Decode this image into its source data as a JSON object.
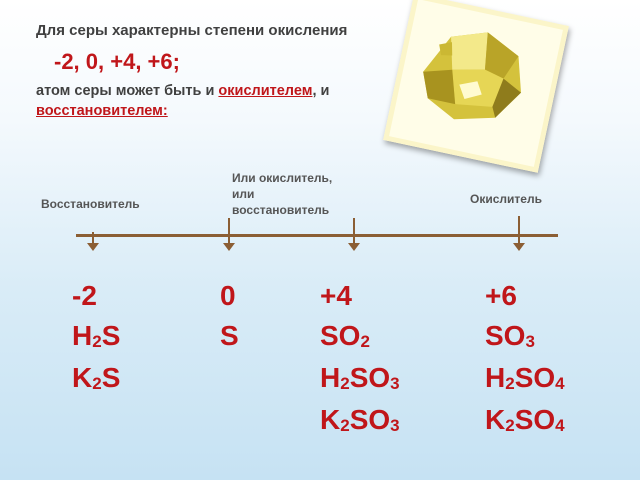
{
  "intro": {
    "line1": "Для серы характерны степени окисления",
    "line2": "-2, 0, +4, +6;",
    "line3_a": "атом серы может быть и ",
    "line3_b": "окислителем",
    "line3_c": ", и",
    "line4": "восстановителем:"
  },
  "photo": {
    "icon": "sulfur-crystal",
    "colors": [
      "#e8d84a",
      "#c9b12a",
      "#fff8b0",
      "#9a8420"
    ]
  },
  "scale": {
    "label_reducer": "Восстановитель",
    "label_both_1": "Или окислитель,",
    "label_both_2": "или",
    "label_both_3": "восстановитель",
    "label_oxidizer": "Окислитель",
    "columns": [
      {
        "state": "-2",
        "items": [
          {
            "a": "H",
            "n1": "2",
            "b": "S",
            "n2": ""
          },
          {
            "a": "K",
            "n1": "2",
            "b": "S",
            "n2": ""
          }
        ]
      },
      {
        "state": "0",
        "items": [
          {
            "a": "S",
            "n1": "",
            "b": "",
            "n2": ""
          }
        ]
      },
      {
        "state": "+4",
        "items": [
          {
            "a": "SO",
            "n1": "2",
            "b": "",
            "n2": ""
          },
          {
            "a": "H",
            "n1": "2",
            "b": "SO",
            "n2": "3"
          },
          {
            "a": "K",
            "n1": "2",
            "b": "SO",
            "n2": "3"
          }
        ]
      },
      {
        "state": "+6",
        "items": [
          {
            "a": "SO",
            "n1": "3",
            "b": "",
            "n2": ""
          },
          {
            "a": "H",
            "n1": "2",
            "b": "SO",
            "n2": "4"
          },
          {
            "a": "K",
            "n1": "2",
            "b": "SO",
            "n2": "4"
          }
        ]
      }
    ]
  },
  "colors": {
    "accent": "#c0161a",
    "text": "#404040",
    "axis": "#8b5e34"
  }
}
